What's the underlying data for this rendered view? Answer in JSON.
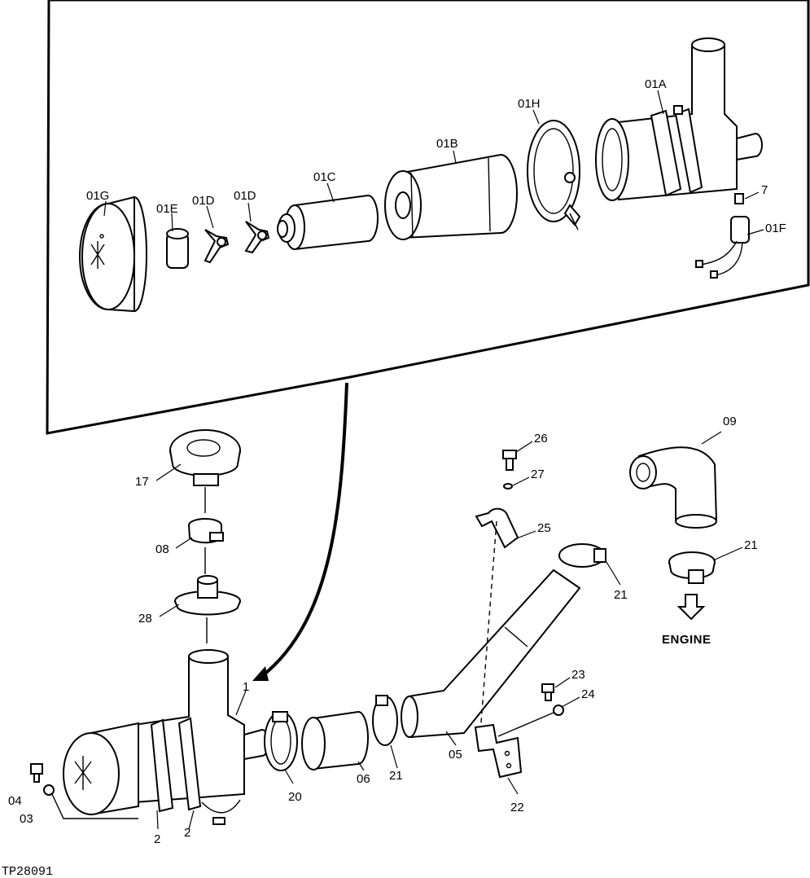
{
  "callouts": {
    "c01G": "01G",
    "c01E": "01E",
    "c01D_a": "01D",
    "c01D_b": "01D",
    "c01C": "01C",
    "c01B": "01B",
    "c01H": "01H",
    "c01A": "01A",
    "c7": "7",
    "c01F": "01F",
    "c17": "17",
    "c08": "08",
    "c28": "28",
    "c1": "1",
    "c04": "04",
    "c03": "03",
    "c2a": "2",
    "c2b": "2",
    "c20": "20",
    "c06": "06",
    "c21a": "21",
    "c05": "05",
    "c26": "26",
    "c27": "27",
    "c25": "25",
    "c21b": "21",
    "c23": "23",
    "c24": "24",
    "c22": "22",
    "c09": "09",
    "c21c": "21"
  },
  "engine_label": "ENGINE",
  "reference": "TP28091"
}
